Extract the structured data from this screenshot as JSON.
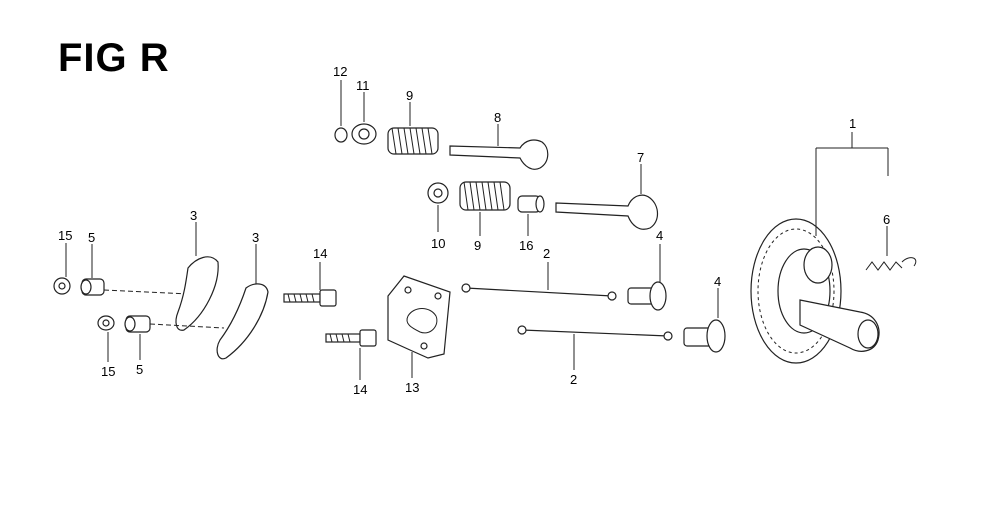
{
  "figure": {
    "title": "FIG R",
    "callouts": [
      "1",
      "2",
      "2",
      "3",
      "3",
      "4",
      "4",
      "5",
      "5",
      "6",
      "7",
      "8",
      "9",
      "9",
      "10",
      "11",
      "12",
      "13",
      "14",
      "14",
      "15",
      "15",
      "16"
    ]
  },
  "parts": [
    {
      "id": "camshaft-gear",
      "callout": "1"
    },
    {
      "id": "push-rod",
      "callout": "2"
    },
    {
      "id": "rocker-arm",
      "callout": "3"
    },
    {
      "id": "tappet",
      "callout": "4"
    },
    {
      "id": "pivot-nut",
      "callout": "5"
    },
    {
      "id": "spring",
      "callout": "6"
    },
    {
      "id": "valve-7",
      "callout": "7"
    },
    {
      "id": "valve-8",
      "callout": "8"
    },
    {
      "id": "valve-spring",
      "callout": "9"
    },
    {
      "id": "retainer-10",
      "callout": "10"
    },
    {
      "id": "retainer-11",
      "callout": "11"
    },
    {
      "id": "cap",
      "callout": "12"
    },
    {
      "id": "guide-plate",
      "callout": "13"
    },
    {
      "id": "pivot-bolt",
      "callout": "14"
    },
    {
      "id": "lock-nut",
      "callout": "15"
    },
    {
      "id": "stem-seal",
      "callout": "16"
    }
  ]
}
